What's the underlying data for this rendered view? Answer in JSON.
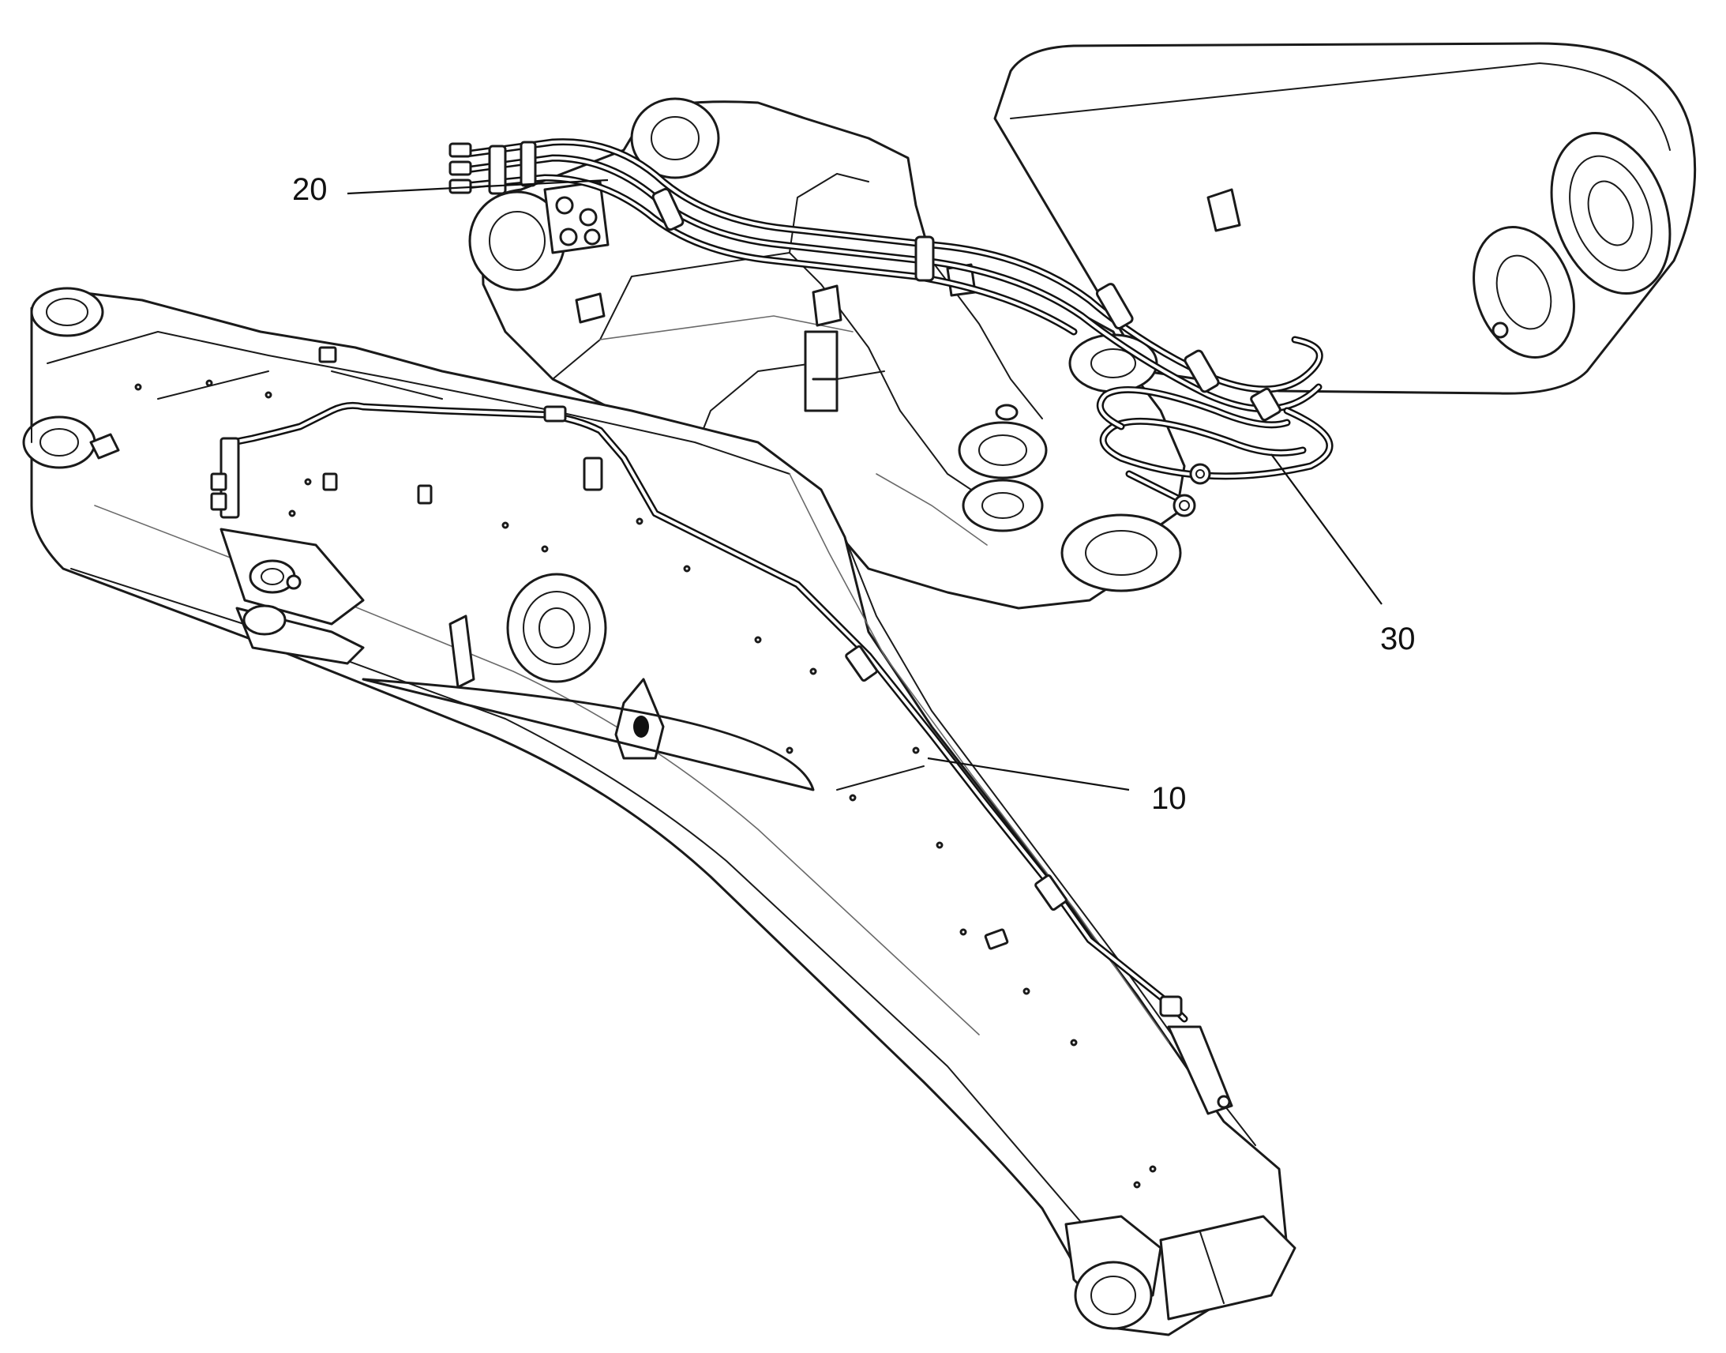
{
  "callouts": [
    {
      "id": "10",
      "label": "10",
      "refers_to": "boom-pipe-line"
    },
    {
      "id": "20",
      "label": "20",
      "refers_to": "base-hose-bundle"
    },
    {
      "id": "30",
      "label": "30",
      "refers_to": "hose-loop"
    }
  ],
  "colors": {
    "line": "#111111",
    "background": "#ffffff"
  }
}
